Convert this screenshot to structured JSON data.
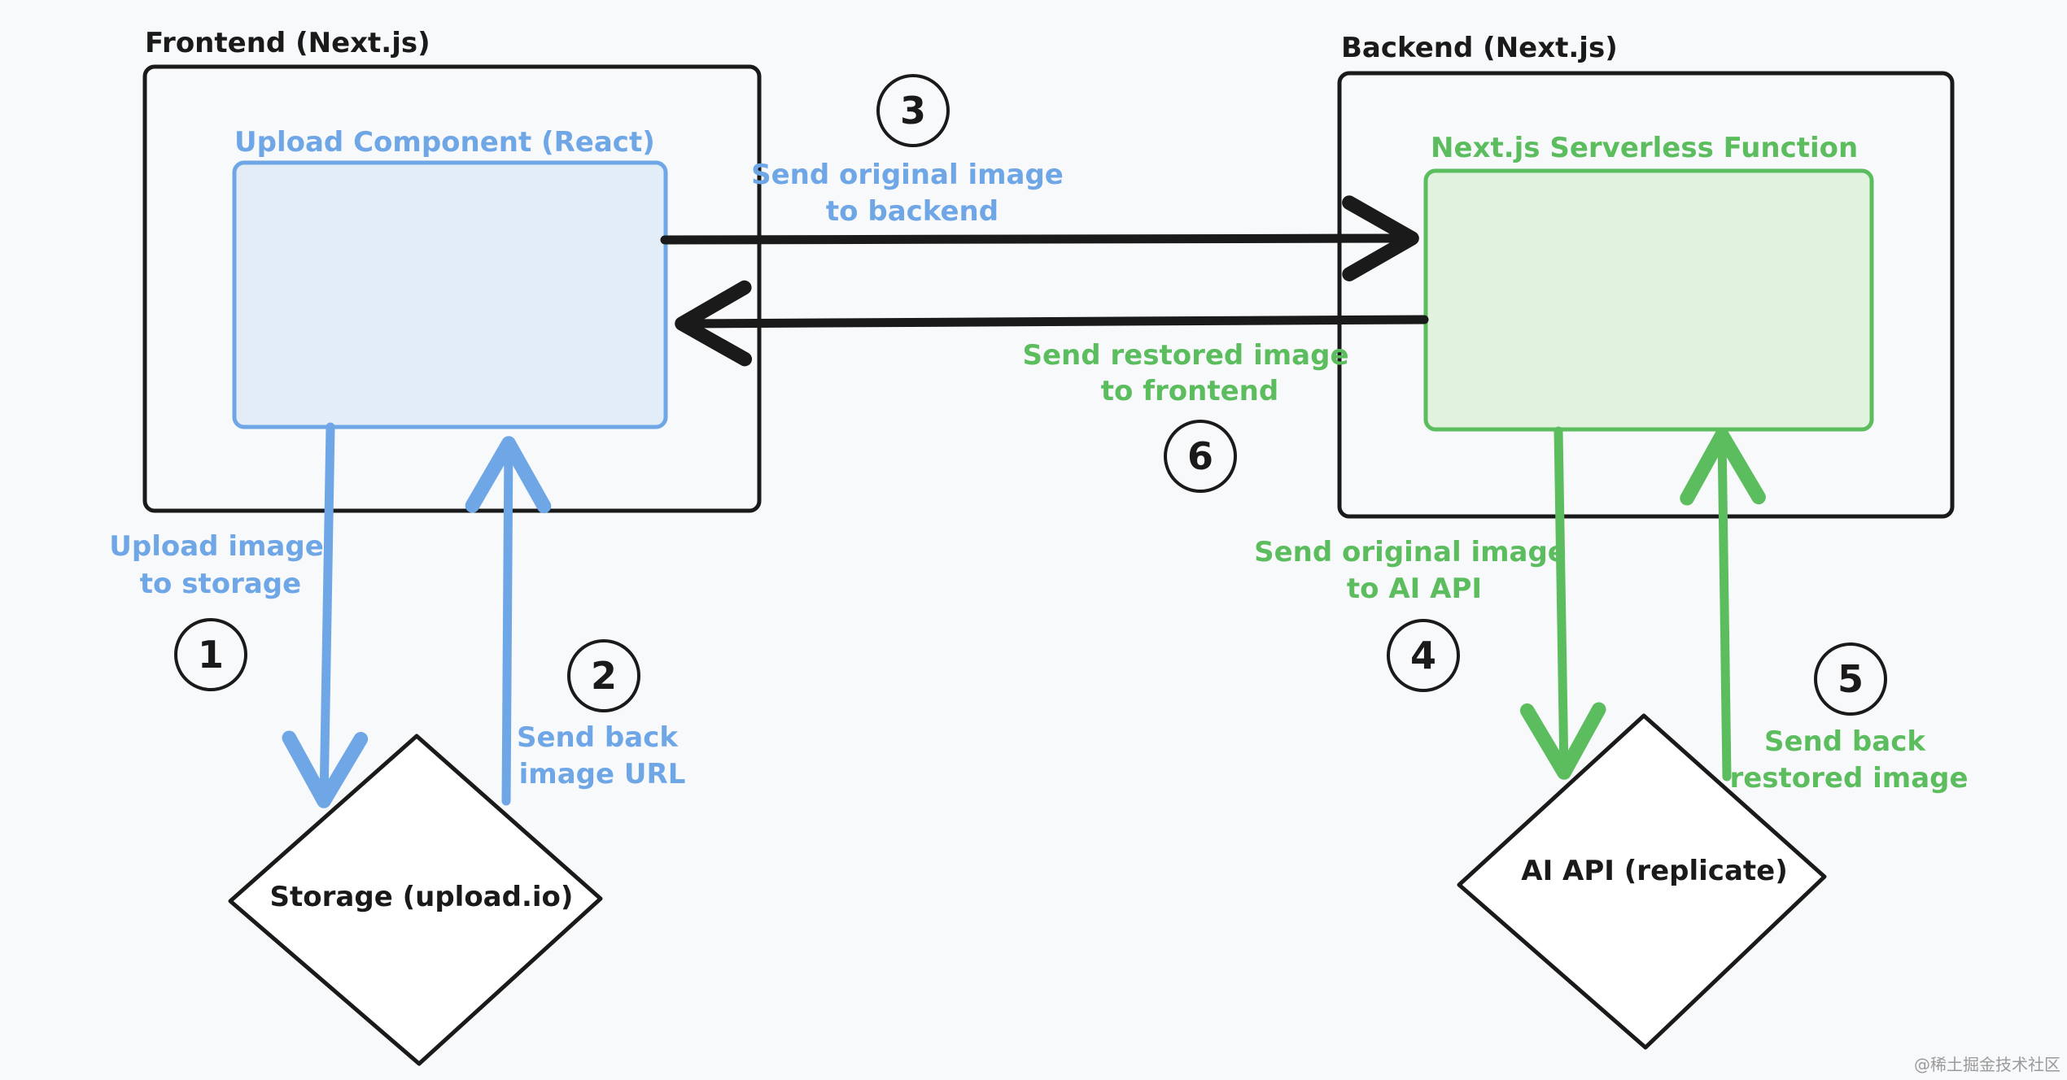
{
  "frontend": {
    "title": "Frontend (Next.js)",
    "component_label": "Upload Component (React)"
  },
  "backend": {
    "title": "Backend (Next.js)",
    "component_label": "Next.js Serverless Function"
  },
  "storage": {
    "label": "Storage (upload.io)"
  },
  "ai_api": {
    "label": "AI API (replicate)"
  },
  "steps": [
    {
      "number": "1",
      "line1": "Upload image",
      "line2": "to storage"
    },
    {
      "number": "2",
      "line1": "Send back",
      "line2": "image URL"
    },
    {
      "number": "3",
      "line1": "Send original image",
      "line2": "to backend"
    },
    {
      "number": "4",
      "line1": "Send original image",
      "line2": "to AI API"
    },
    {
      "number": "5",
      "line1": "Send back",
      "line2": "restored image"
    },
    {
      "number": "6",
      "line1": "Send restored image",
      "line2": "to frontend"
    }
  ],
  "colors": {
    "frontend_accent": "#6ea6e6",
    "frontend_fill": "#e3edf8",
    "backend_accent": "#5cbd5f",
    "backend_fill": "#e1f2df",
    "stroke_dark": "#1a1a1a"
  },
  "watermark": "@稀土掘金技术社区"
}
